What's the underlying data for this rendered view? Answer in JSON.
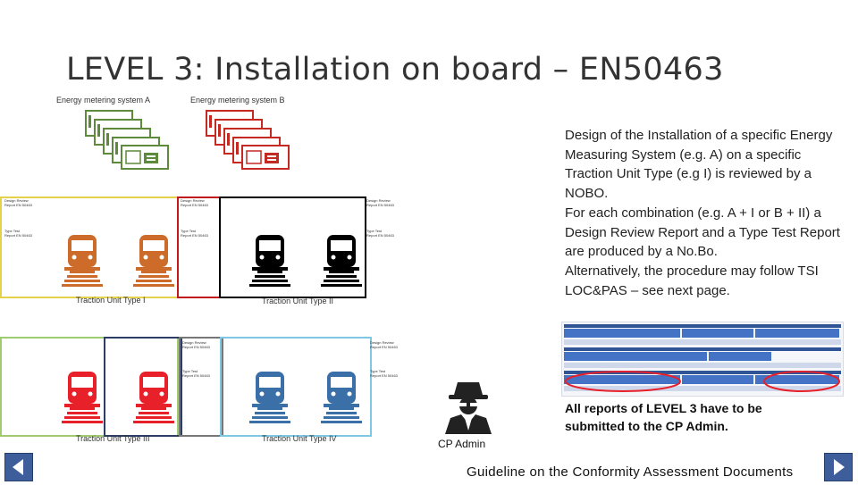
{
  "title": "LEVEL 3: Installation on board – EN50463",
  "systems": [
    {
      "label": "Energy metering system A",
      "color": "#5e8a3c"
    },
    {
      "label": "Energy metering system B",
      "color": "#c42a22"
    }
  ],
  "panel_text": {
    "design_review": "Design Review",
    "report_line": "Report EN 50463",
    "type_test": "Type Test",
    "type_line": "Report EN 50463"
  },
  "traction_units": [
    {
      "label": "Traction Unit Type I"
    },
    {
      "label": "Traction Unit Type II"
    },
    {
      "label": "Traction Unit Type III"
    },
    {
      "label": "Traction Unit Type IV"
    }
  ],
  "train_colors": {
    "orange": "#cc6b2a",
    "black": "#000000",
    "red": "#e8202a",
    "blue": "#3a6fa8"
  },
  "panel_colors": {
    "yellow": "#e3d24a",
    "darkred": "#c11a1a",
    "lightgreen": "#9fcc6e",
    "lightblue": "#7ec8e3",
    "navy": "#2c3e66",
    "grey": "#777777"
  },
  "description": [
    "Design of the Installation of a specific Energy Measuring System (e.g. A) on a specific Traction Unit Type (e.g I) is reviewed by a NOBO.",
    "For each combination (e.g. A + I or B + II) a Design Review Report and a Type Test Report are produced by a No.Bo.",
    "Alternatively, the procedure may follow TSI LOC&PAS – see next page."
  ],
  "note": "All reports of LEVEL 3 have to be submitted to the CP Admin.",
  "cp_admin": "CP Admin",
  "guideline": "Guideline on the Conformity Assessment Documents",
  "icons": {
    "spy": "spy-icon",
    "prev": "previous-slide-icon",
    "next": "next-slide-icon",
    "train": "train-icon"
  }
}
